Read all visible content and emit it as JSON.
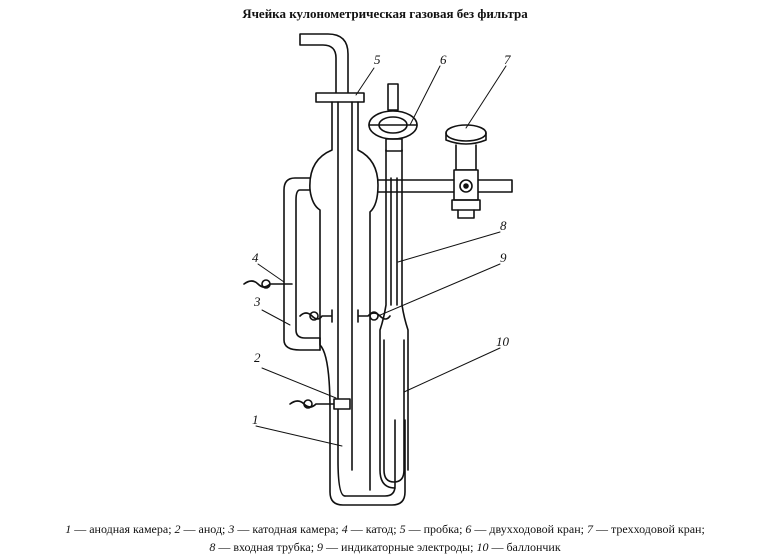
{
  "title": "Ячейка кулонометрическая газовая без фильтра",
  "callouts": [
    "1",
    "2",
    "3",
    "4",
    "5",
    "6",
    "7",
    "8",
    "9",
    "10"
  ],
  "legend": [
    {
      "n": "1",
      "text": " — анодная камера; "
    },
    {
      "n": "2",
      "text": " — анод; "
    },
    {
      "n": "3",
      "text": " — катодная камера; "
    },
    {
      "n": "4",
      "text": " — катод; "
    },
    {
      "n": "5",
      "text": " — пробка; "
    },
    {
      "n": "6",
      "text": " — двухходовой кран; "
    },
    {
      "n": "7",
      "text": " — трехходовой кран;"
    },
    {
      "n": "8",
      "text": " — входная трубка; "
    },
    {
      "n": "9",
      "text": " — индикаторные электроды; "
    },
    {
      "n": "10",
      "text": " — баллончик"
    }
  ]
}
